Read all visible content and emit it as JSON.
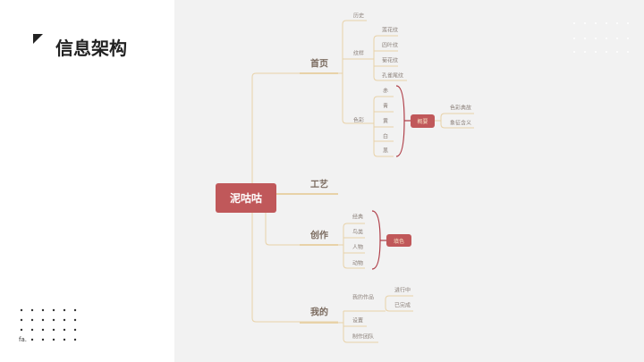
{
  "slide": {
    "title": "信息架构",
    "footer_mark": "fa."
  },
  "mindmap": {
    "root": "泥咕咕",
    "home": {
      "label": "首页",
      "history": "历史",
      "pattern": "纹样",
      "patterns": [
        "莲花纹",
        "四叶纹",
        "菊花纹",
        "孔雀尾纹"
      ],
      "color": "色彩",
      "colors": [
        "赤",
        "青",
        "黄",
        "白",
        "黑"
      ],
      "summary": "概要",
      "summary_items": [
        "色彩典故",
        "象征含义"
      ]
    },
    "craft": {
      "label": "工艺"
    },
    "create": {
      "label": "创作",
      "items": [
        "经典",
        "鸟类",
        "人物",
        "动物"
      ],
      "action": "填色"
    },
    "mine": {
      "label": "我的",
      "works": "我的作品",
      "works_items": [
        "进行中",
        "已完成"
      ],
      "settings": "设置",
      "team": "制作团队"
    }
  },
  "colors": {
    "accent": "#c0585a",
    "line": "#e8d2a8",
    "panel": "#f2f2f2"
  }
}
